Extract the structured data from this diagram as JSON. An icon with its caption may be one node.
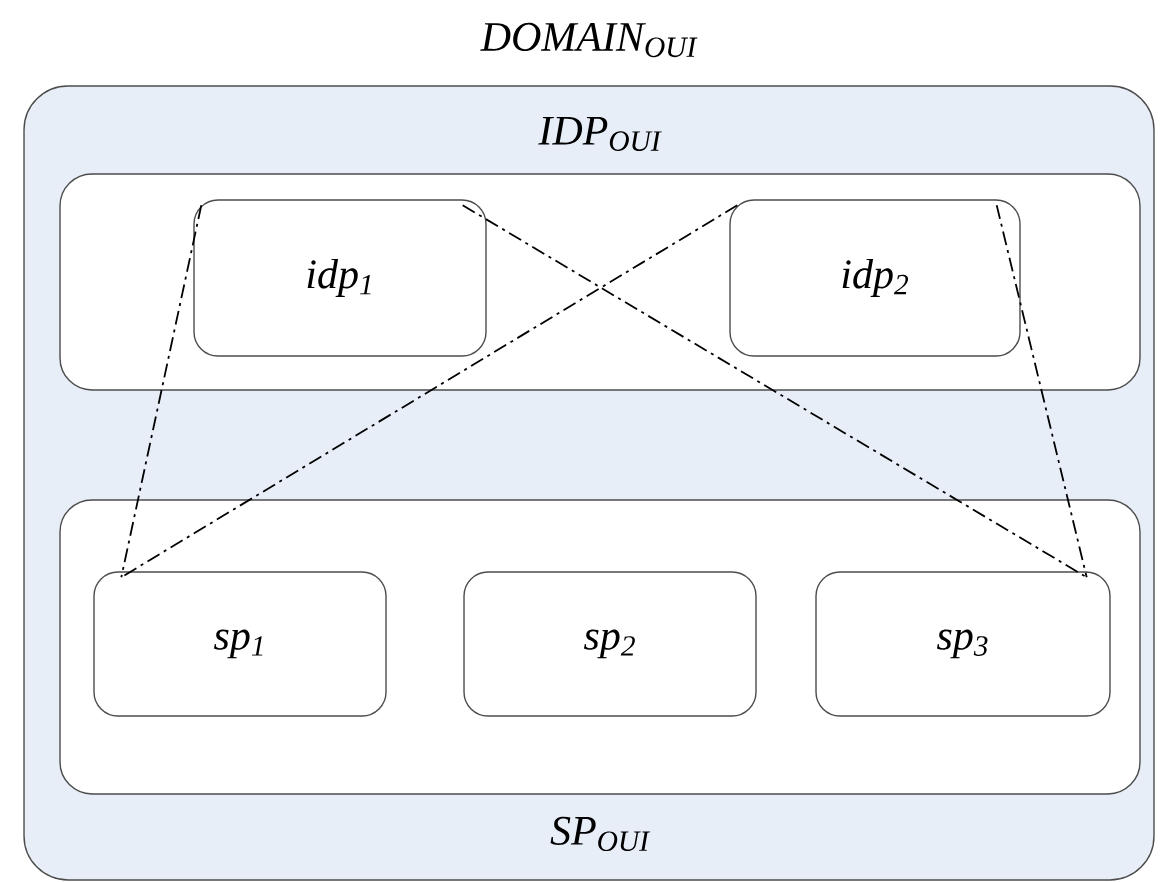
{
  "diagram": {
    "nodes": [
      {
        "text": [
          "DOMAIN$_{OUI}$"
        ]
      },
      {
        "text": [
          "IDP$_{OUI}$"
        ],
        "in": 0
      },
      {
        "text": [
          "idp$_{1}$"
        ],
        "in": 1
      },
      {
        "text": [
          "idp$_{2}$"
        ],
        "in": 1
      },
      {
        "text": [
          "SP$_{OUI}$"
        ],
        "in": 0
      },
      {
        "text": [
          "sp$_{1}$"
        ],
        "in": 4
      },
      {
        "text": [
          "sp$_{2}$"
        ],
        "in": 4
      },
      {
        "text": [
          "sp$_{3}$"
        ],
        "in": 4
      }
    ],
    "edges": [
      {
        "from": 2,
        "to": 5,
        "arrow": "none",
        "style": "dashed"
      },
      {
        "from": 2,
        "to": 7,
        "arrow": "none",
        "style": "dashed"
      },
      {
        "from": 3,
        "to": 5,
        "arrow": "none",
        "style": "dashed"
      },
      {
        "from": 3,
        "to": 7,
        "arrow": "none",
        "style": "dashed"
      }
    ]
  }
}
